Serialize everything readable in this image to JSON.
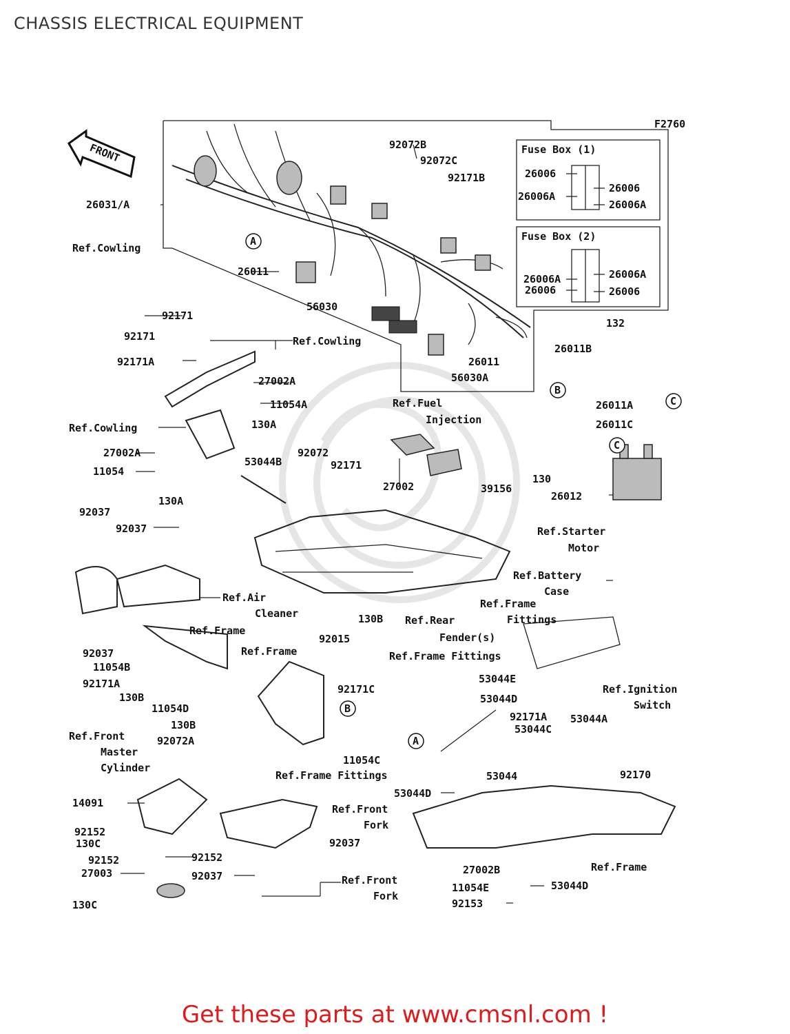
{
  "page": {
    "title": "CHASSIS ELECTRICAL EQUIPMENT",
    "footer": "Get these parts at www.cmsnl.com !",
    "figure_code": "F2760",
    "front_label": "FRONT"
  },
  "fuse_boxes": [
    {
      "title": "Fuse Box (1)",
      "labels": [
        "26006",
        "26006A",
        "26006",
        "26006A"
      ]
    },
    {
      "title": "Fuse Box (2)",
      "labels": [
        "26006A",
        "26006",
        "26006A",
        "26006"
      ]
    }
  ],
  "callout_letters": [
    "A",
    "B",
    "C"
  ],
  "labels": [
    "26031/A",
    "92072B",
    "92072C",
    "92171B",
    "Ref.Cowling",
    "26011",
    "56030",
    "92171",
    "92171",
    "Ref.Cowling",
    "92171A",
    "27002A",
    "11054A",
    "26011",
    "56030A",
    "Ref.Cowling",
    "130A",
    "27002A",
    "11054",
    "130A",
    "53044B",
    "92072",
    "92171",
    "Ref.Fuel",
    "Injection",
    "27002",
    "39156",
    "26011B",
    "132",
    "26011A",
    "26011C",
    "130",
    "26012",
    "Ref.Starter",
    "Motor",
    "Ref.Battery",
    "Case",
    "92037",
    "92037",
    "Ref.Air",
    "Cleaner",
    "Ref.Rear",
    "Fender(s)",
    "Ref.Frame",
    "Fittings",
    "Ref.Frame",
    "130B",
    "92015",
    "Ref.Frame",
    "Ref.Frame Fittings",
    "92037",
    "11054B",
    "92171A",
    "130B",
    "92171C",
    "11054D",
    "130B",
    "92072A",
    "53044E",
    "53044D",
    "Ref.Ignition",
    "Switch",
    "92171A",
    "53044C",
    "53044A",
    "Ref.Front",
    "Master",
    "Cylinder",
    "11054C",
    "92170",
    "Ref.Frame Fittings",
    "53044",
    "14091",
    "53044D",
    "Ref.Front",
    "Fork",
    "92152",
    "130C",
    "92037",
    "92152",
    "92152",
    "27003",
    "92037",
    "Ref.Front",
    "Fork",
    "27002B",
    "Ref.Frame",
    "11054E",
    "53044D",
    "130C",
    "92153"
  ]
}
